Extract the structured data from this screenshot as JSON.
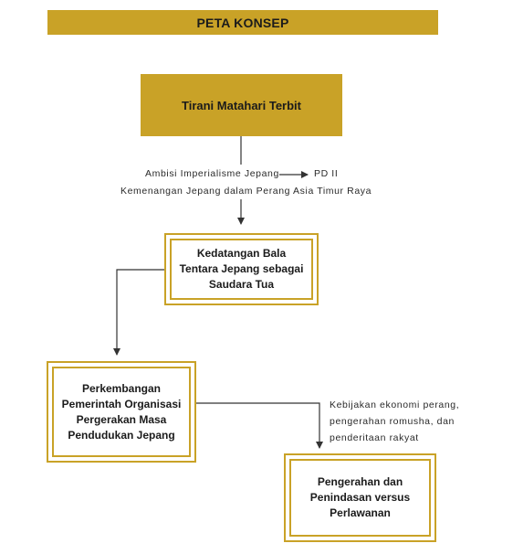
{
  "header": {
    "title": "PETA KONSEP"
  },
  "nodes": {
    "root": "Tirani Matahari Terbit",
    "kedatangan": [
      "Kedatangan Bala",
      "Tentara Jepang sebagai",
      "Saudara Tua"
    ],
    "perkembangan": [
      "Perkembangan",
      "Pemerintah Organisasi",
      "Pergerakan Masa",
      "Pendudukan Jepang"
    ],
    "pengerahan": [
      "Pengerahan dan",
      "Penindasan versus",
      "Perlawanan"
    ]
  },
  "annotations": {
    "ambisi": "Ambisi Imperialisme Jepang",
    "pd2": "PD II",
    "kemenangan": "Kemenangan Jepang dalam Perang Asia Timur Raya",
    "kebijakan": [
      "Kebijakan ekonomi perang,",
      "pengerahan romusha, dan",
      "penderitaan rakyat"
    ]
  },
  "colors": {
    "accent": "#c9a227",
    "line": "#333333"
  }
}
